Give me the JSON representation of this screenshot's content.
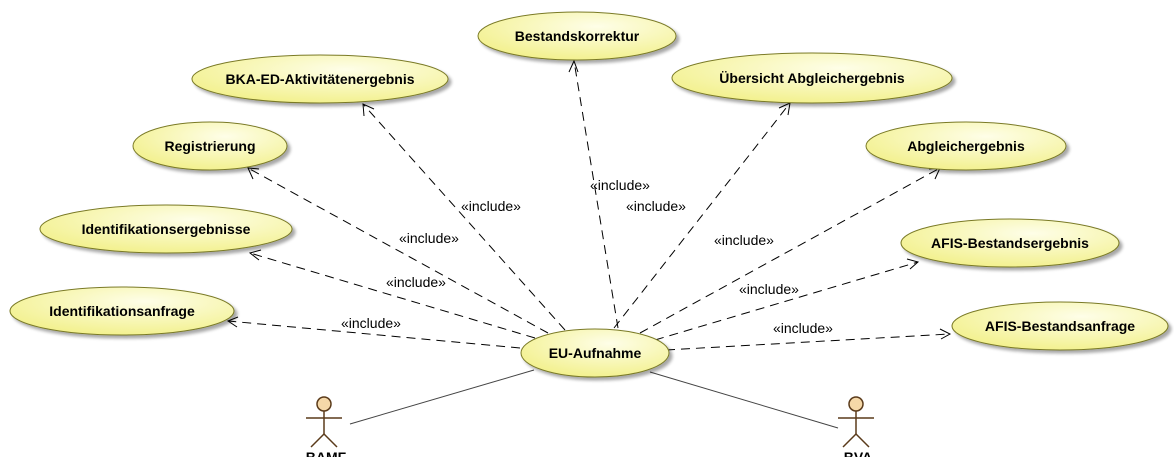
{
  "diagram": {
    "central_use_case": "EU-Aufnahme",
    "relation_label": "«include»",
    "use_cases": [
      "Bestandskorrektur",
      "BKA-ED-Aktivitätenergebnis",
      "Übersicht Abgleichergebnis",
      "Registrierung",
      "Abgleichergebnis",
      "Identifikationsergebnisse",
      "AFIS-Bestandsergebnis",
      "Identifikationsanfrage",
      "AFIS-Bestandsanfrage"
    ],
    "actors": [
      "BAMF",
      "BVA"
    ]
  },
  "colors": {
    "use_case_fill_light": "#fefee8",
    "use_case_fill_dark": "#f2f08a",
    "use_case_border": "#7a7a28",
    "actor_fill": "#f5d8a8",
    "line": "#000000"
  }
}
